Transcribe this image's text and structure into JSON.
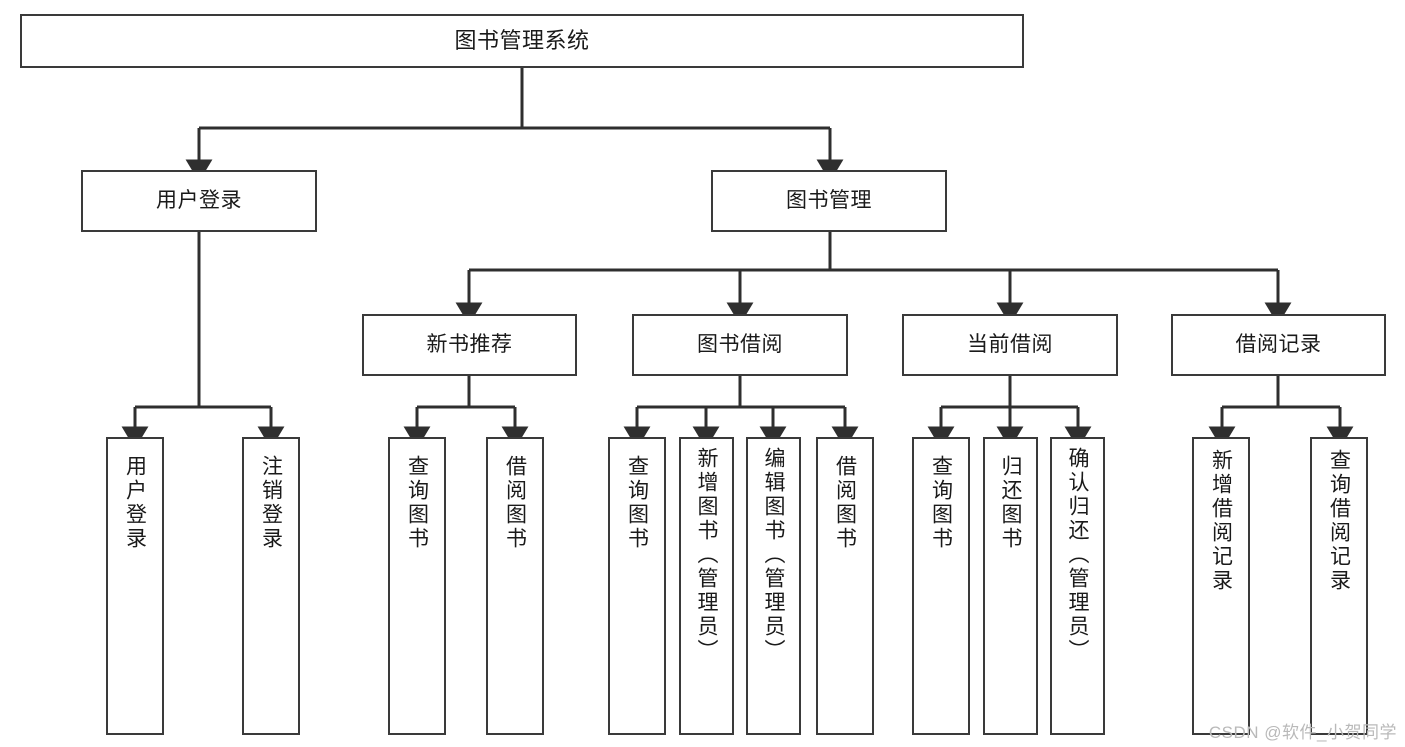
{
  "diagram": {
    "kind": "tree-diagram",
    "title": "图书管理系统",
    "watermark": "CSDN @软件_小贺同学",
    "colors": {
      "border": "#3a3a3a",
      "fill": "#ffffff",
      "connector": "#2f2f2f",
      "text": "#1a1a1a",
      "watermark": "#b9b9b9"
    },
    "nodes": {
      "root": {
        "label": "图书管理系统"
      },
      "level2": [
        {
          "label": "用户登录"
        },
        {
          "label": "图书管理"
        }
      ],
      "level3": [
        {
          "label": "新书推荐"
        },
        {
          "label": "图书借阅"
        },
        {
          "label": "当前借阅"
        },
        {
          "label": "借阅记录"
        }
      ],
      "leaves": {
        "user_login": [
          {
            "label": "用户登录"
          },
          {
            "label": "注销登录"
          }
        ],
        "new_book": [
          {
            "label": "查询图书"
          },
          {
            "label": "借阅图书"
          }
        ],
        "book_borrow": [
          {
            "label": "查询图书"
          },
          {
            "label": "新增图书（管理员）"
          },
          {
            "label": "编辑图书（管理员）"
          },
          {
            "label": "借阅图书"
          }
        ],
        "current_borrow": [
          {
            "label": "查询图书"
          },
          {
            "label": "归还图书"
          },
          {
            "label": "确认归还（管理员）"
          }
        ],
        "borrow_record": [
          {
            "label": "新增借阅记录"
          },
          {
            "label": "查询借阅记录"
          }
        ]
      }
    }
  }
}
